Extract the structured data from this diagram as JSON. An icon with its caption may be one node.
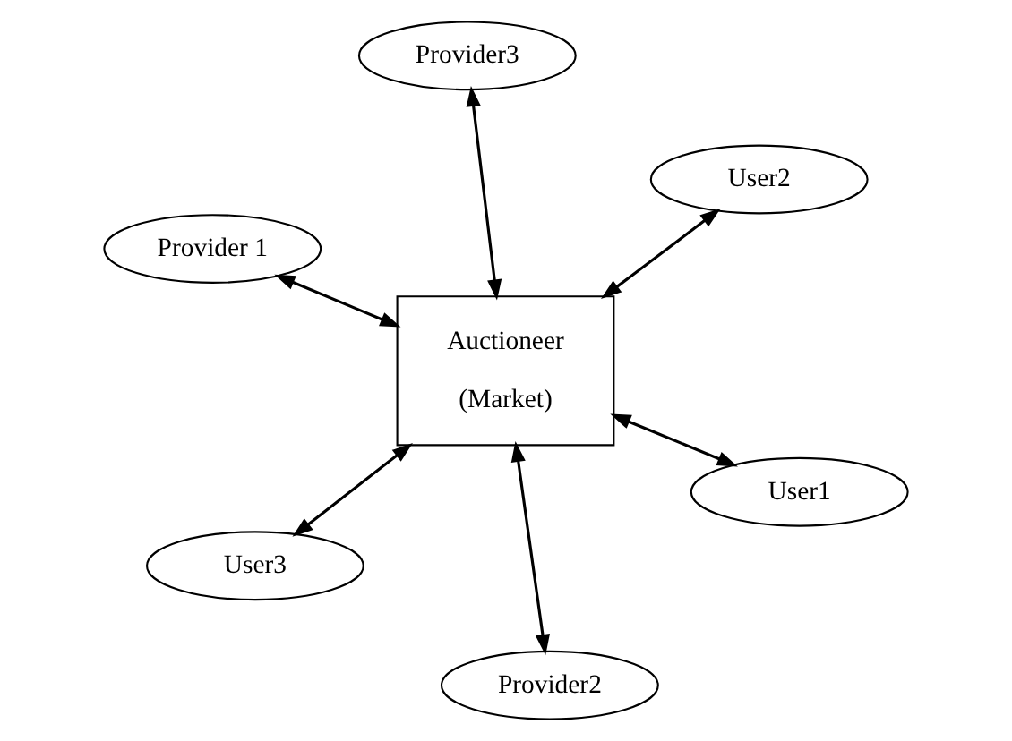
{
  "diagram": {
    "nodes": [
      {
        "text": [
          "Provider 1"
        ]
      },
      {
        "text": [
          "User1"
        ]
      },
      {
        "text": [
          "Provider2"
        ]
      },
      {
        "text": [
          "Auctioneer",
          "(Market)"
        ]
      },
      {
        "text": [
          "User2"
        ]
      },
      {
        "text": [
          "Provider3"
        ]
      },
      {
        "text": [
          "User3"
        ]
      }
    ],
    "edges": [
      {
        "from": 0,
        "to": 3,
        "arrow": "both"
      },
      {
        "from": 3,
        "to": 1,
        "arrow": "both"
      },
      {
        "from": 2,
        "to": 3,
        "arrow": "both"
      },
      {
        "from": 3,
        "to": 4,
        "arrow": "both"
      },
      {
        "from": 5,
        "to": 3,
        "arrow": "both"
      },
      {
        "from": 3,
        "to": 6,
        "arrow": "both"
      }
    ]
  }
}
